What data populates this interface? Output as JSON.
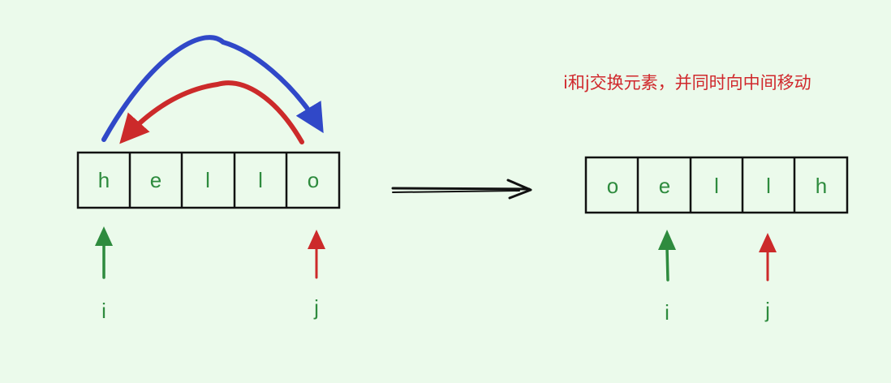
{
  "colors": {
    "background": "#ebfaeb",
    "cell_border": "#111111",
    "letter": "#2e8b3e",
    "pointer_i": "#2e8b3e",
    "pointer_j": "#cc2a2a",
    "swap_arc_forward": "#3048c8",
    "swap_arc_back": "#cc2a2a",
    "main_arrow": "#111111",
    "note": "#d0282c"
  },
  "before": {
    "cells": [
      "h",
      "e",
      "l",
      "l",
      "o"
    ],
    "pointer_i": {
      "label": "i",
      "icon": "arrow-up-icon"
    },
    "pointer_j": {
      "label": "j",
      "icon": "arrow-up-icon"
    }
  },
  "after": {
    "cells": [
      "o",
      "e",
      "l",
      "l",
      "h"
    ],
    "pointer_i": {
      "label": "i",
      "icon": "arrow-up-icon"
    },
    "pointer_j": {
      "label": "j",
      "icon": "arrow-up-icon"
    }
  },
  "note": "i和j交换元素，并同时向中间移动",
  "transition_icon": "arrow-right-icon",
  "swap_icons": [
    "curved-arrow-right-icon",
    "curved-arrow-left-icon"
  ]
}
